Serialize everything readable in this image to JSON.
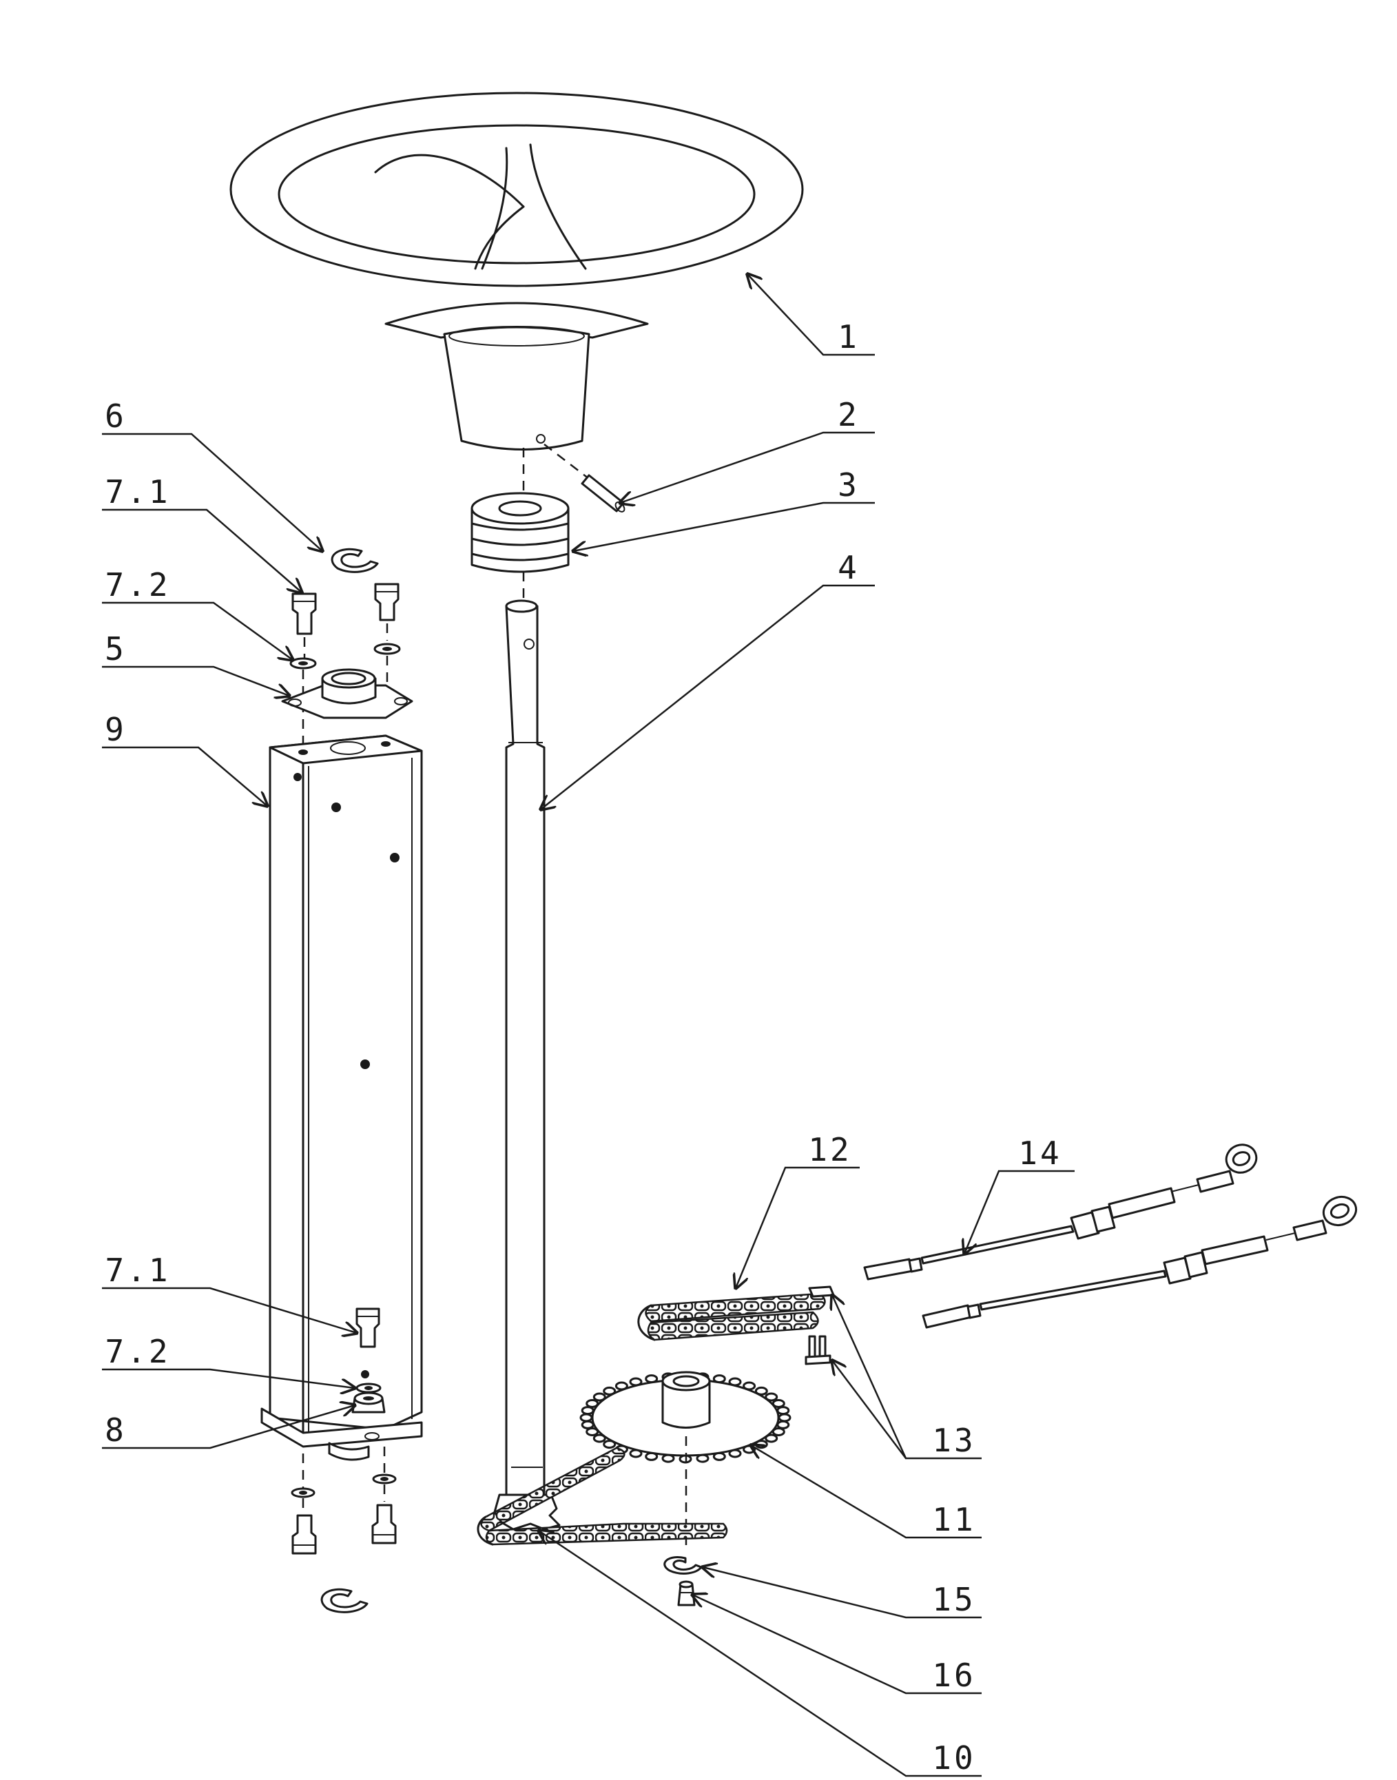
{
  "labels": {
    "p1": "1",
    "p2": "2",
    "p3": "3",
    "p4": "4",
    "p5": "5",
    "p6": "6",
    "p7_1_top": "7.1",
    "p7_2_top": "7.2",
    "p9": "9",
    "p12": "12",
    "p14": "14",
    "p7_1_bottom": "7.1",
    "p7_2_bottom": "7.2",
    "p8": "8",
    "p13": "13",
    "p11": "11",
    "p15": "15",
    "p16": "16",
    "p10": "10"
  }
}
